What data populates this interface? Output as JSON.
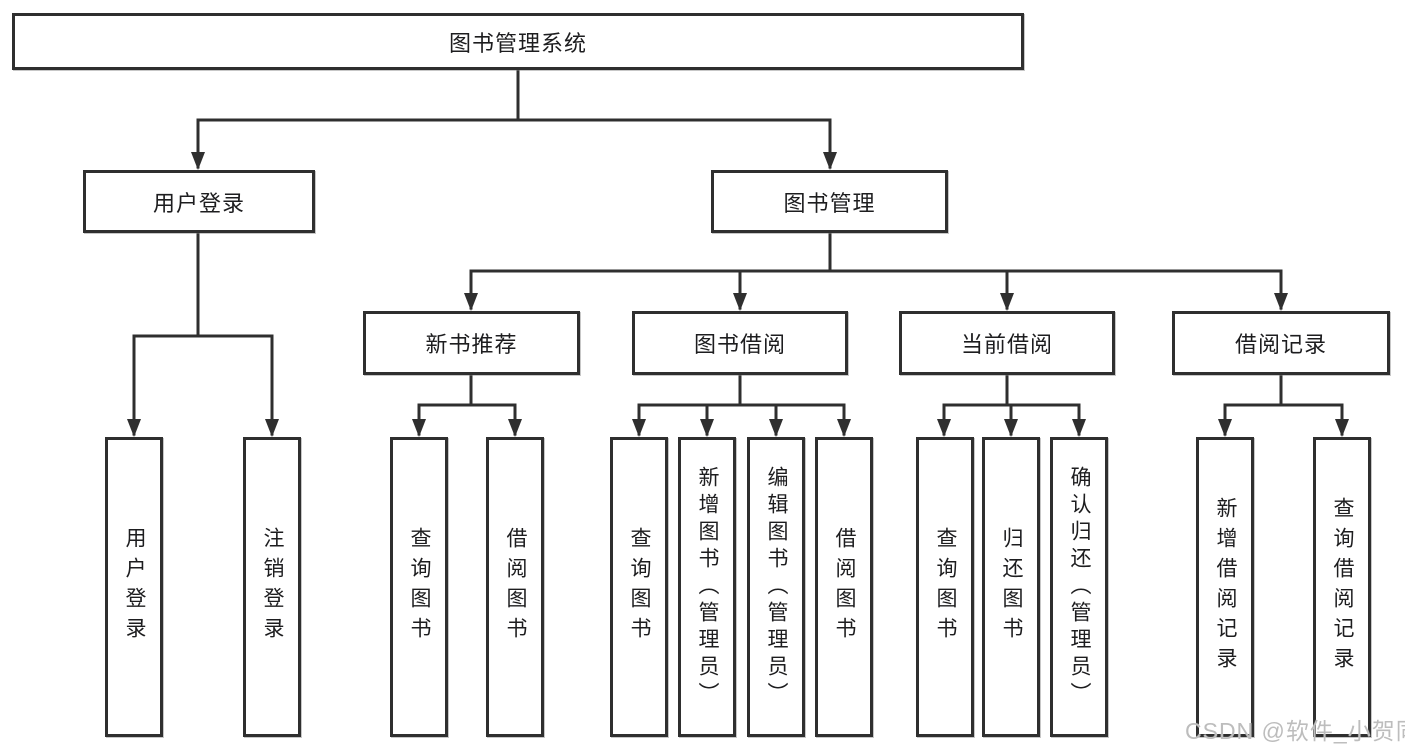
{
  "diagram": {
    "root": "图书管理系统",
    "level2": {
      "user_login": "用户登录",
      "book_management": "图书管理"
    },
    "level3": {
      "new_book_recommend": "新书推荐",
      "book_borrowing": "图书借阅",
      "current_borrowing": "当前借阅",
      "borrowing_records": "借阅记录"
    },
    "leaves": {
      "user_login": [
        "用户登录",
        "注销登录"
      ],
      "new_book_recommend": [
        "查询图书",
        "借阅图书"
      ],
      "book_borrowing": [
        "查询图书",
        "新增图书（管理员）",
        "编辑图书（管理员）",
        "借阅图书"
      ],
      "current_borrowing": [
        "查询图书",
        "归还图书",
        "确认归还（管理员）"
      ],
      "borrowing_records": [
        "新增借阅记录",
        "查询借阅记录"
      ]
    }
  },
  "watermark": "CSDN @软件_小贺同学",
  "colors": {
    "line": "#2f2f2f",
    "text": "#1d1d1f",
    "watermark": "#bdbdbd",
    "background": "#ffffff"
  }
}
